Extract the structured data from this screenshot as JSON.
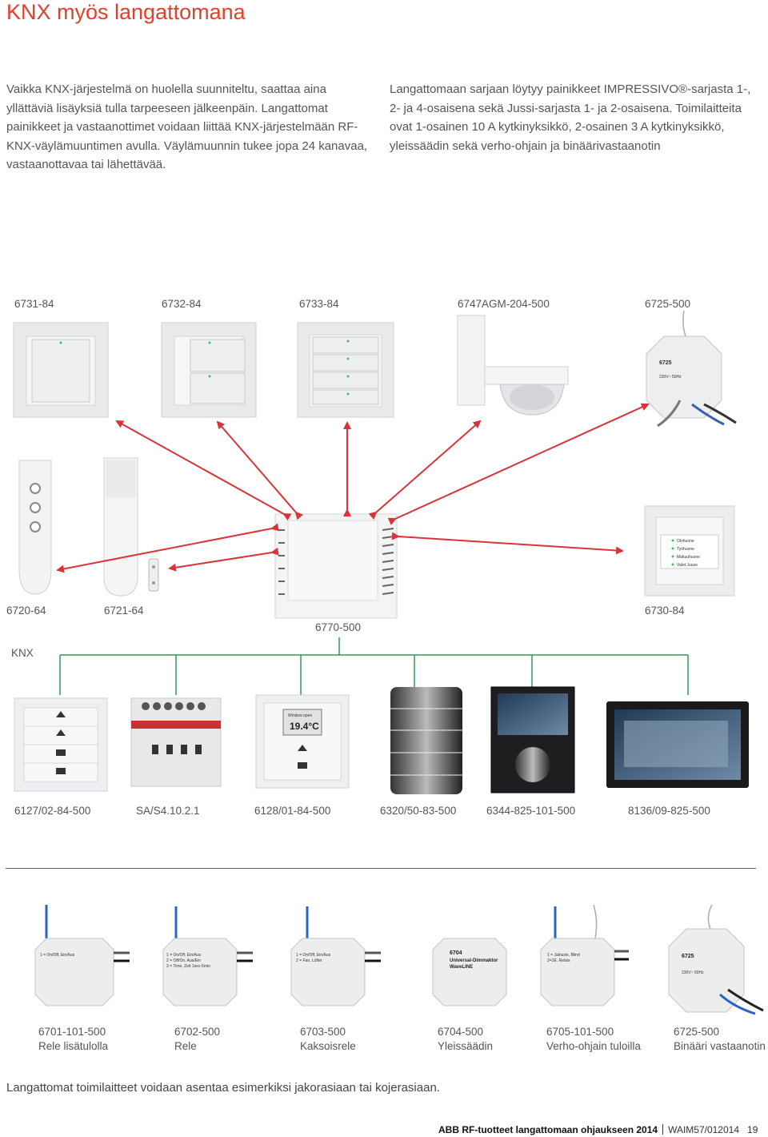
{
  "page": {
    "title": "KNX myös langattomana",
    "intro_left": "Vaikka KNX-järjestelmä on huolella suunniteltu, saattaa aina yllättäviä lisäyksiä tulla tarpeeseen jälkeenpäin. Langattomat painikkeet ja vastaanottimet voidaan liittää KNX-järjestelmään RF-KNX-väylämuuntimen avulla. Väylämuunnin tukee jopa 24 kanavaa, vastaanottavaa tai lähettävää.",
    "intro_right": "Langattomaan sarjaan löytyy painikkeet IMPRESSIVO®-sarjasta 1-, 2- ja 4-osaisena sekä Jussi-sarjasta 1- ja 2-osaisena. Toimilaitteita ovat 1-osainen 10 A kytkinyksikkö, 2-osainen 3 A kytkinyksikkö, yleissäädin sekä verho-ohjain ja binäärivastaanotin"
  },
  "rf_products": {
    "top_row": [
      "6731-84",
      "6732-84",
      "6733-84",
      "6747AGM-204-500",
      "6725-500"
    ],
    "middle_row": [
      "6720-64",
      "6721-64",
      "6770-500",
      "6730-84"
    ]
  },
  "knx": {
    "label": "KNX",
    "products": [
      "6127/02-84-500",
      "SA/S4.10.2.1",
      "6128/01-84-500",
      "6320/50-83-500",
      "6344-825-101-500",
      "8136/09-825-500"
    ]
  },
  "actuators": [
    {
      "code": "6701-101-500",
      "name": "Rele lisätulolla"
    },
    {
      "code": "6702-500",
      "name": "Rele"
    },
    {
      "code": "6703-500",
      "name": "Kaksoisrele"
    },
    {
      "code": "6704-500",
      "name": "Yleissäädin"
    },
    {
      "code": "6705-101-500",
      "name": "Verho-ohjain tuloilla"
    },
    {
      "code": "6725-500",
      "name": "Binääri vastaanotin"
    }
  ],
  "device_text": {
    "room_display_temp": "19.4°C",
    "room_display_line": "Window open",
    "panel_list": [
      "Olohuone",
      "Työhuone",
      "Makuuhuone",
      "Valot Juuso"
    ],
    "act_6704_title": "6704",
    "act_6704_line1": "Universal-Dimmaktor",
    "act_6704_line2": "WaveLINE",
    "act_6725_title": "6725",
    "act_6725_volt": "230V~ 50Hz",
    "act_6701_text": "1 = On/Off, Ein/Aus",
    "act_6702_text1": "1 = On/Off, Ein/Aus",
    "act_6702_text2": "2 = Off/On, Aus/Ein",
    "act_6702_text3": "3 = Time, Zeit 1sec-5min",
    "act_6703_text1": "1 = On/Off, Ein/Aus",
    "act_6703_text2": "2 = Fan, Lüfter",
    "act_6705_text1": "1 = Jalousie, Blind",
    "act_6705_text2": "2=2E. Relais"
  },
  "footer": {
    "note": "Langattomat toimilaitteet voidaan asentaa esimerkiksi jakorasiaan tai kojerasiaan.",
    "publication": "ABB RF-tuotteet langattomaan ohjaukseen 2014",
    "code": "WAIM57/012014",
    "page_number": "19"
  },
  "colors": {
    "title": "#e2412c",
    "arrows": "#d8343a",
    "knx_line": "#2f9a5a"
  }
}
